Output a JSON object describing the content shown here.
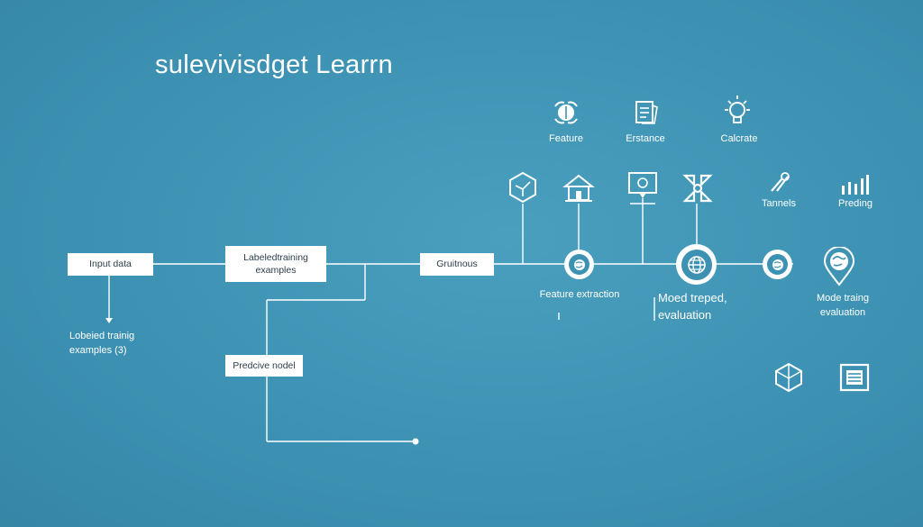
{
  "title": "sulevivisdget Learrn",
  "boxes": {
    "input_data": "Input data",
    "labeled_training": "Labeledtraining examples",
    "gruitnous": "Gruitnous",
    "predictive_model": "Predcive nodel"
  },
  "labels": {
    "labeled_training_examples": "Lobeied trainig examples (3)",
    "feature_extraction": "Feature extraction",
    "model_treped_evaluation": "Moed treped, evaluation",
    "mode_training_evaluation": "Mode traing evaluation"
  },
  "top_icons": [
    {
      "label": "Feature",
      "icon": "brain-icon"
    },
    {
      "label": "Erstance",
      "icon": "document-icon"
    },
    {
      "label": "Calcrate",
      "icon": "lightbulb-icon"
    }
  ],
  "mid_icons": [
    {
      "label": "",
      "icon": "cube-icon"
    },
    {
      "label": "",
      "icon": "house-icon"
    },
    {
      "label": "",
      "icon": "chat-icon"
    },
    {
      "label": "",
      "icon": "network-icon"
    },
    {
      "label": "Tannels",
      "icon": "tools-icon"
    },
    {
      "label": "Preding",
      "icon": "bar-chart-icon"
    }
  ],
  "bottom_icons": [
    "cube-outline-icon",
    "list-icon"
  ],
  "colors": {
    "background": "#3d92b3",
    "foreground": "#ffffff",
    "box_text": "#2c3e4a"
  }
}
